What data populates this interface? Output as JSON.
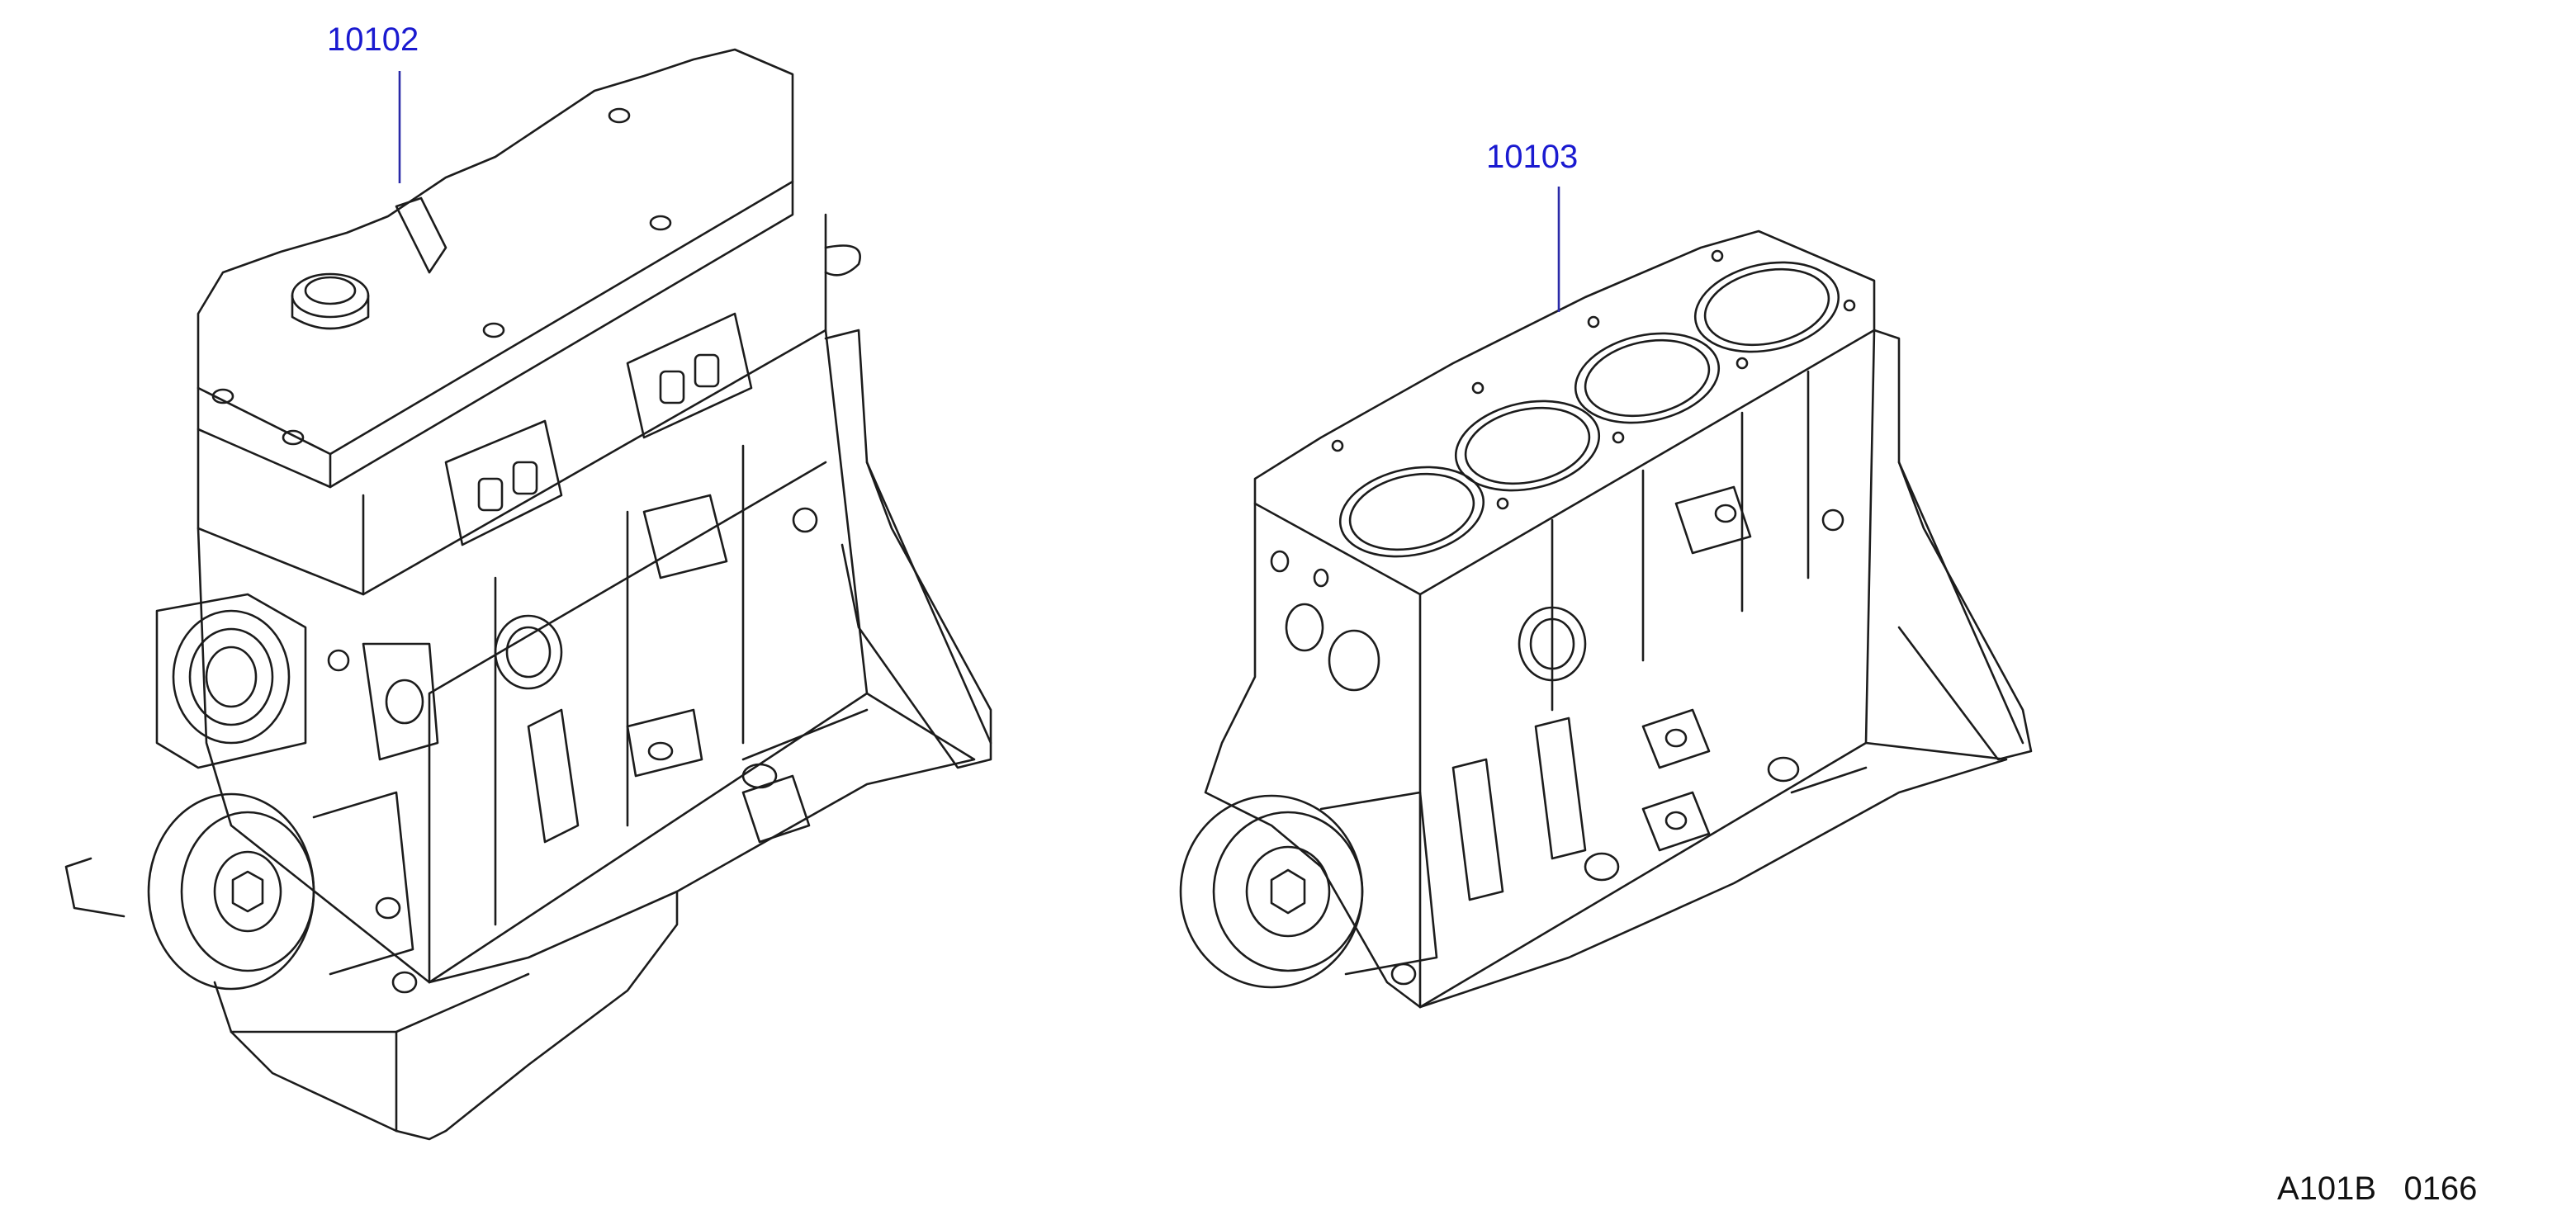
{
  "parts": [
    {
      "number": "10102"
    },
    {
      "number": "10103"
    }
  ],
  "figure_code": "A101B   0166",
  "colors": {
    "callout": "#1a1ad0",
    "line": "#1c1c1c",
    "background": "#ffffff"
  }
}
